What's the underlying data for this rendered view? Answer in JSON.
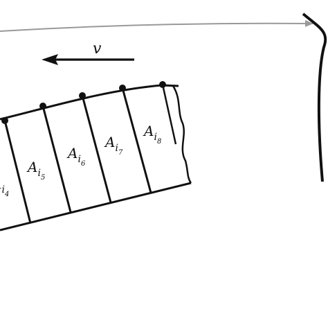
{
  "diagram": {
    "velocity_label": "v",
    "arrow_color": "#999999",
    "line_color": "#111111",
    "areas": [
      {
        "base": "A",
        "sub": "i",
        "subsub": "4"
      },
      {
        "base": "A",
        "sub": "i",
        "subsub": "5"
      },
      {
        "base": "A",
        "sub": "i",
        "subsub": "6"
      },
      {
        "base": "A",
        "sub": "i",
        "subsub": "7"
      },
      {
        "base": "A",
        "sub": "i",
        "subsub": "8"
      }
    ]
  }
}
